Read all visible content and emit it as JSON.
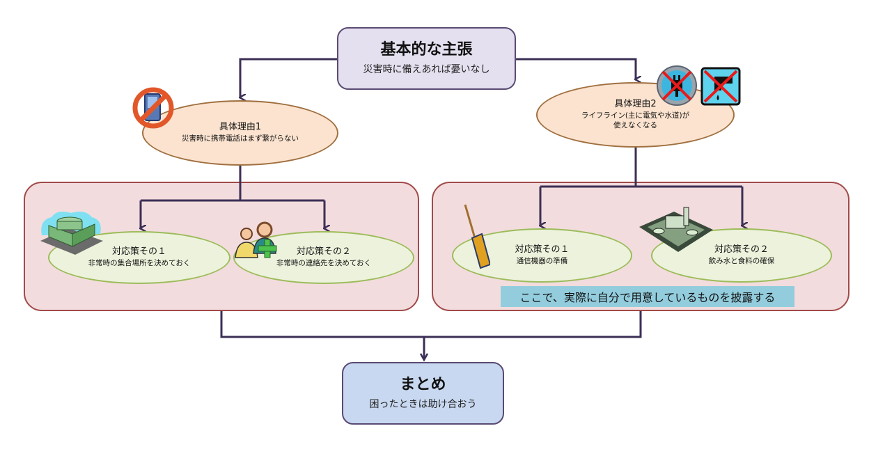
{
  "main_claim": {
    "title": "基本的な主張",
    "subtitle": "災害時に備えあれば憂いなし"
  },
  "reasons": [
    {
      "title": "具体理由1",
      "lines": [
        "災害時に携帯電話はまず繋がらない"
      ],
      "icons": [
        "no-mobile-phone-icon"
      ]
    },
    {
      "title": "具体理由2",
      "lines": [
        "ライフライン(主に電気や水道)が",
        "使えなくなる"
      ],
      "icons": [
        "no-electricity-icon",
        "no-water-icon"
      ]
    }
  ],
  "measures_group_1": [
    {
      "title": "対応策その１",
      "detail": "非常時の集合場所を決めておく",
      "icon": "building-icon"
    },
    {
      "title": "対応策その２",
      "detail": "非常時の連絡先を決めておく",
      "icon": "add-contact-icon"
    }
  ],
  "measures_group_2": [
    {
      "title": "対応策その１",
      "detail": "通信機器の準備",
      "icon": "walkie-talkie-icon"
    },
    {
      "title": "対応策その２",
      "detail": "飲み水と食料の確保",
      "icon": "picnic-food-icon"
    }
  ],
  "note": "ここで、実際に自分で用意しているものを披露する",
  "summary": {
    "title": "まとめ",
    "subtitle": "困ったときは助け合おう"
  },
  "colors": {
    "connector": "#3c2f55",
    "main_box": "#e4e0ef",
    "summary_box": "#c8d8f0",
    "group_fill": "#f2dcdd",
    "group_border": "#a24a4a",
    "reason_fill": "#fbe3cf",
    "measure_fill": "#edf2dc",
    "note_fill": "#93cddd"
  }
}
